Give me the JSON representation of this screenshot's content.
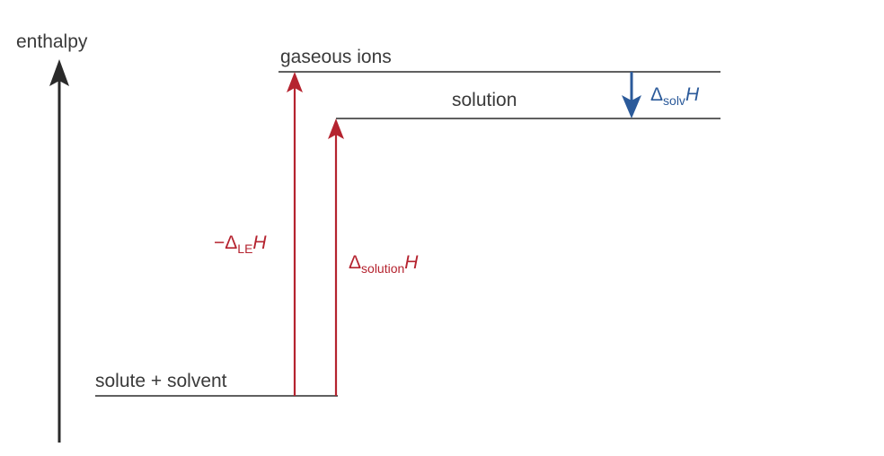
{
  "axis": {
    "label": "enthalpy"
  },
  "levels": {
    "gaseous_ions": "gaseous ions",
    "solution": "solution",
    "solute_solvent": "solute + solvent"
  },
  "arrows": {
    "lattice": {
      "prefix": "−Δ",
      "subscript": "LE",
      "symbol": "H"
    },
    "solution": {
      "prefix": "Δ",
      "subscript": "solution",
      "symbol": "H"
    },
    "solvation": {
      "prefix": "Δ",
      "subscript": "solv",
      "symbol": "H"
    }
  },
  "colors": {
    "axis": "#2a2a2a",
    "level_line": "#4a4a4a",
    "red_arrow": "#b5232f",
    "blue_arrow": "#2b5a9a"
  }
}
